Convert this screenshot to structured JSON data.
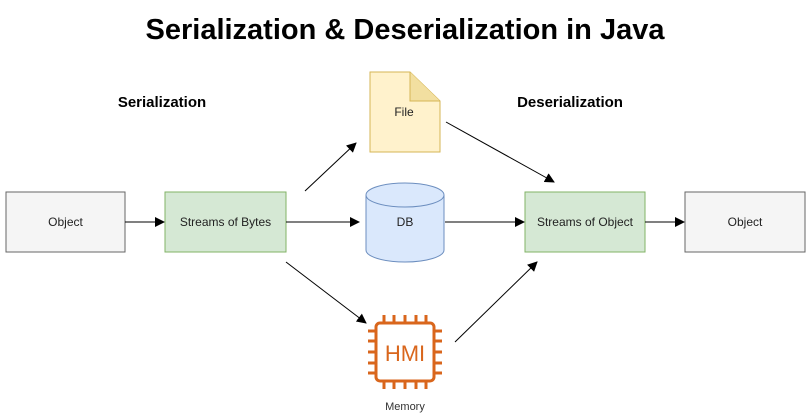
{
  "title": "Serialization & Deserialization in Java",
  "sections": {
    "serialization": "Serialization",
    "deserialization": "Deserialization"
  },
  "nodes": {
    "source_object": "Object",
    "byte_stream": "Streams of Bytes",
    "file": "File",
    "db": "DB",
    "memory_chip": "HMI",
    "memory": "Memory",
    "object_stream": "Streams of Object",
    "target_object": "Object"
  },
  "colors": {
    "object_fill": "#f5f5f5",
    "object_stroke": "#666666",
    "stream_fill": "#d5e8d4",
    "stream_stroke": "#82b366",
    "file_fill": "#fff2cc",
    "file_stroke": "#d6b656",
    "db_fill": "#dae8fc",
    "db_stroke": "#6c8ebf",
    "memory_accent": "#d9661c",
    "arrow": "#000000"
  },
  "icons": {
    "file": "file-icon",
    "db": "database-icon",
    "memory": "memory-chip-icon"
  }
}
